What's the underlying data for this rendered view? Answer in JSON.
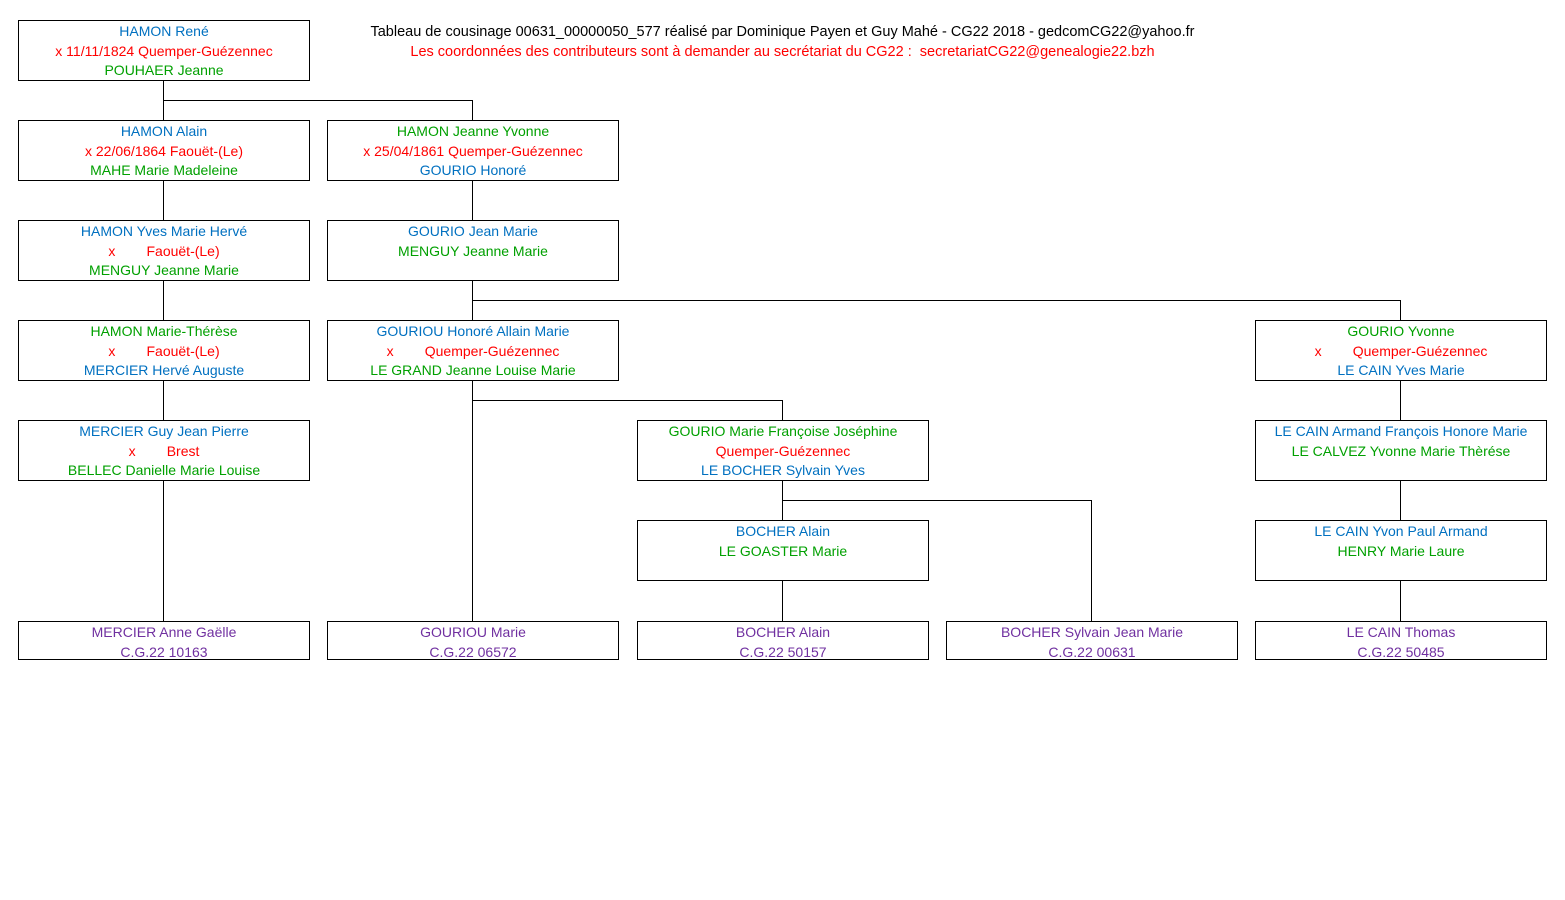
{
  "title": {
    "line1": "Tableau de cousinage 00631_00000050_577 réalisé par Dominique Payen et Guy Mahé - CG22 2018 - gedcomCG22@yahoo.fr",
    "line2": "Les coordonnées des contributeurs sont à demander au secrétariat du CG22 :  secretariatCG22@genealogie22.bzh"
  },
  "colors": {
    "male": "#0070C0",
    "female": "#00A000",
    "marriage": "#FF0000",
    "id": "#7030A0",
    "line": "#000000"
  },
  "boxes": {
    "hamon_rene": {
      "line1": "HAMON René",
      "line2": "x 11/11/1824 Quemper-Guézennec",
      "line3": "POUHAER Jeanne"
    },
    "hamon_alain": {
      "line1": "HAMON Alain",
      "line2": "x 22/06/1864 Faouët-(Le)",
      "line3": "MAHE Marie Madeleine"
    },
    "hamon_jeanne_yvonne": {
      "line1": "HAMON Jeanne Yvonne",
      "line2": "x 25/04/1861 Quemper-Guézennec",
      "line3": "GOURIO Honoré"
    },
    "hamon_yves": {
      "line1": "HAMON Yves Marie Hervé",
      "line2": "x        Faouët-(Le)",
      "line3": "MENGUY Jeanne Marie"
    },
    "gourio_jean_marie": {
      "line1": "GOURIO Jean Marie",
      "line2": "",
      "line3": "MENGUY Jeanne Marie"
    },
    "hamon_marie_therese": {
      "line1": "HAMON Marie-Thérèse",
      "line2": "x        Faouët-(Le)",
      "line3": "MERCIER Hervé Auguste"
    },
    "gouriou_honore": {
      "line1": "GOURIOU Honoré Allain Marie",
      "line2": "x        Quemper-Guézennec",
      "line3": "LE GRAND Jeanne Louise Marie"
    },
    "gourio_yvonne": {
      "line1": "GOURIO Yvonne",
      "line2": "x        Quemper-Guézennec",
      "line3": "LE CAIN Yves Marie"
    },
    "mercier_guy": {
      "line1": "MERCIER Guy Jean Pierre",
      "line2": "x        Brest",
      "line3": "BELLEC Danielle Marie Louise"
    },
    "gourio_marie_francoise": {
      "line1": "GOURIO Marie Françoise Joséphine",
      "line2": "Quemper-Guézennec",
      "line3": "LE BOCHER Sylvain Yves"
    },
    "lecain_armand": {
      "line1": "LE CAIN Armand François Honore Marie",
      "line2": "",
      "line3": "LE CALVEZ Yvonne Marie Thèrése"
    },
    "bocher_alain_sr": {
      "line1": "BOCHER Alain",
      "line2": "",
      "line3": "LE GOASTER Marie"
    },
    "lecain_yvon": {
      "line1": "LE CAIN Yvon Paul Armand",
      "line2": "",
      "line3": "HENRY Marie Laure"
    },
    "mercier_anne": {
      "line1": "MERCIER Anne Gaëlle",
      "line2": "C.G.22 10163"
    },
    "gouriou_marie": {
      "line1": "GOURIOU Marie",
      "line2": "C.G.22 06572"
    },
    "bocher_alain_jr": {
      "line1": "BOCHER Alain",
      "line2": "C.G.22 50157"
    },
    "bocher_sylvain": {
      "line1": "BOCHER Sylvain Jean Marie",
      "line2": "C.G.22 00631"
    },
    "lecain_thomas": {
      "line1": "LE CAIN Thomas",
      "line2": "C.G.22 50485"
    }
  }
}
